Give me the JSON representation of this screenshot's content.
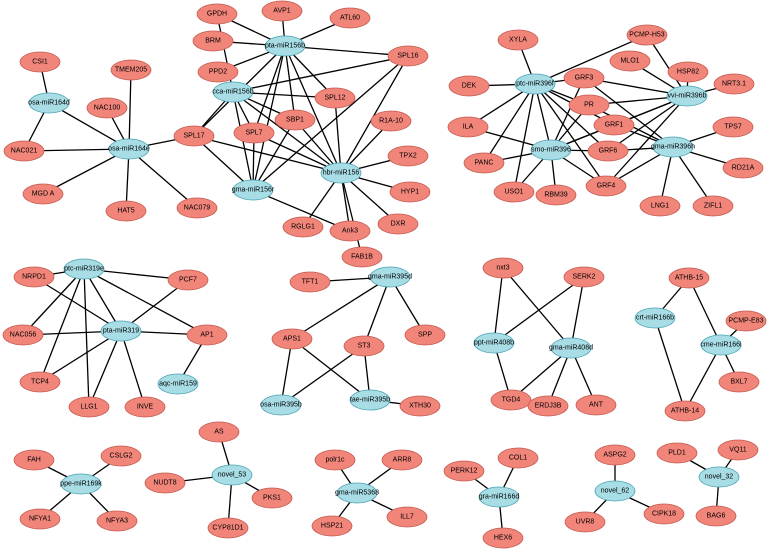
{
  "colors": {
    "mirna_fill": "#a8dde6",
    "mirna_stroke": "#4aa3b2",
    "target_fill": "#f2857a",
    "target_stroke": "#c25a4f",
    "edge": "#000000",
    "background": "#ffffff"
  },
  "network": {
    "nodes": [
      {
        "id": "CSI1",
        "label": "CSI1",
        "kind": "target"
      },
      {
        "id": "osa-miR164d",
        "label": "osa-miR164d",
        "kind": "mirna"
      },
      {
        "id": "TMEM205",
        "label": "TMEM205",
        "kind": "target"
      },
      {
        "id": "NAC100",
        "label": "NAC100",
        "kind": "target"
      },
      {
        "id": "NAC021",
        "label": "NAC021",
        "kind": "target"
      },
      {
        "id": "osa-miR164e",
        "label": "osa-miR164e",
        "kind": "mirna"
      },
      {
        "id": "MGD A",
        "label": "MGD A",
        "kind": "target"
      },
      {
        "id": "HAT5",
        "label": "HAT5",
        "kind": "target"
      },
      {
        "id": "NAC079",
        "label": "NAC079",
        "kind": "target"
      },
      {
        "id": "SPL17",
        "label": "SPL17",
        "kind": "target"
      },
      {
        "id": "GPDH",
        "label": "GPDH",
        "kind": "target"
      },
      {
        "id": "AVP1",
        "label": "AVP1",
        "kind": "target"
      },
      {
        "id": "ATL60",
        "label": "ATL60",
        "kind": "target"
      },
      {
        "id": "BRM",
        "label": "BRM",
        "kind": "target"
      },
      {
        "id": "pta-miR156b",
        "label": "pta-miR156b",
        "kind": "mirna"
      },
      {
        "id": "SPL16",
        "label": "SPL16",
        "kind": "target"
      },
      {
        "id": "PPD2",
        "label": "PPD2",
        "kind": "target"
      },
      {
        "id": "cca-miR156b",
        "label": "cca-miR156b",
        "kind": "mirna"
      },
      {
        "id": "SPL12",
        "label": "SPL12",
        "kind": "target"
      },
      {
        "id": "SBP1",
        "label": "SBP1",
        "kind": "target"
      },
      {
        "id": "SPL7",
        "label": "SPL7",
        "kind": "target"
      },
      {
        "id": "R1A-10",
        "label": "R1A-10",
        "kind": "target"
      },
      {
        "id": "hbr-miR156",
        "label": "hbr-miR156",
        "kind": "mirna"
      },
      {
        "id": "gma-miR156r",
        "label": "gma-miR156r",
        "kind": "mirna"
      },
      {
        "id": "TPX2",
        "label": "TPX2",
        "kind": "target"
      },
      {
        "id": "HYP1",
        "label": "HYP1",
        "kind": "target"
      },
      {
        "id": "RGLG1",
        "label": "RGLG1",
        "kind": "target"
      },
      {
        "id": "Ank3",
        "label": "Ank3",
        "kind": "target"
      },
      {
        "id": "FAB1B",
        "label": "FAB1B",
        "kind": "target"
      },
      {
        "id": "DXR",
        "label": "DXR",
        "kind": "target"
      },
      {
        "id": "XYLA",
        "label": "XYLA",
        "kind": "target"
      },
      {
        "id": "PCMP-H53",
        "label": "PCMP-H53",
        "kind": "target"
      },
      {
        "id": "MLO1",
        "label": "MLO1",
        "kind": "target"
      },
      {
        "id": "HSP82",
        "label": "HSP82",
        "kind": "target"
      },
      {
        "id": "DEK",
        "label": "DEK",
        "kind": "target"
      },
      {
        "id": "ptc-miR396f",
        "label": "ptc-miR396f",
        "kind": "mirna"
      },
      {
        "id": "GRF3",
        "label": "GRF3",
        "kind": "target"
      },
      {
        "id": "vvi-miR396b",
        "label": "vvi-miR396b",
        "kind": "mirna"
      },
      {
        "id": "NRT3.1",
        "label": "NRT3.1",
        "kind": "target"
      },
      {
        "id": "PR",
        "label": "PR",
        "kind": "target"
      },
      {
        "id": "ILA",
        "label": "ILA",
        "kind": "target"
      },
      {
        "id": "GRF1",
        "label": "GRF1",
        "kind": "target"
      },
      {
        "id": "TPS7",
        "label": "TPS7",
        "kind": "target"
      },
      {
        "id": "smo-miR396",
        "label": "smo-miR396",
        "kind": "mirna"
      },
      {
        "id": "gma-miR396h",
        "label": "gma-miR396h",
        "kind": "mirna"
      },
      {
        "id": "PANC",
        "label": "PANC",
        "kind": "target"
      },
      {
        "id": "GRF6",
        "label": "GRF6",
        "kind": "target"
      },
      {
        "id": "RD21A",
        "label": "RD21A",
        "kind": "target"
      },
      {
        "id": "USO1",
        "label": "USO1",
        "kind": "target"
      },
      {
        "id": "RBM39",
        "label": "RBM39",
        "kind": "target"
      },
      {
        "id": "GRF4",
        "label": "GRF4",
        "kind": "target"
      },
      {
        "id": "LNG1",
        "label": "LNG1",
        "kind": "target"
      },
      {
        "id": "ZIFL1",
        "label": "ZIFL1",
        "kind": "target"
      },
      {
        "id": "NRPD1",
        "label": "NRPD1",
        "kind": "target"
      },
      {
        "id": "ptc-miR319e",
        "label": "ptc-miR319e",
        "kind": "mirna"
      },
      {
        "id": "PCF7",
        "label": "PCF7",
        "kind": "target"
      },
      {
        "id": "NAC056",
        "label": "NAC056",
        "kind": "target"
      },
      {
        "id": "pta-miR319",
        "label": "pta-miR319",
        "kind": "mirna"
      },
      {
        "id": "AP1",
        "label": "AP1",
        "kind": "target"
      },
      {
        "id": "aqc-miR159",
        "label": "aqc-miR159",
        "kind": "mirna"
      },
      {
        "id": "TCP4",
        "label": "TCP4",
        "kind": "target"
      },
      {
        "id": "LLG1",
        "label": "LLG1",
        "kind": "target"
      },
      {
        "id": "INVE",
        "label": "INVE",
        "kind": "target"
      },
      {
        "id": "TFT1",
        "label": "TFT1",
        "kind": "target"
      },
      {
        "id": "gma-miR395d",
        "label": "gma-miR395d",
        "kind": "mirna"
      },
      {
        "id": "APS1",
        "label": "APS1",
        "kind": "target"
      },
      {
        "id": "ST3",
        "label": "ST3",
        "kind": "target"
      },
      {
        "id": "SPP",
        "label": "SPP",
        "kind": "target"
      },
      {
        "id": "osa-miR395b",
        "label": "osa-miR395b",
        "kind": "mirna"
      },
      {
        "id": "tae-miR395b",
        "label": "tae-miR395b",
        "kind": "mirna"
      },
      {
        "id": "XTH30",
        "label": "XTH30",
        "kind": "target"
      },
      {
        "id": "nxt3",
        "label": "nxt3",
        "kind": "target"
      },
      {
        "id": "SERK2",
        "label": "SERK2",
        "kind": "target"
      },
      {
        "id": "ppt-miR408b",
        "label": "ppt-miR408b",
        "kind": "mirna"
      },
      {
        "id": "gma-miR408d",
        "label": "gma-miR408d",
        "kind": "mirna"
      },
      {
        "id": "TGD4",
        "label": "TGD4",
        "kind": "target"
      },
      {
        "id": "ERDJ3B",
        "label": "ERDJ3B",
        "kind": "target"
      },
      {
        "id": "ANT",
        "label": "ANT",
        "kind": "target"
      },
      {
        "id": "ATHB-15",
        "label": "ATHB-15",
        "kind": "target"
      },
      {
        "id": "PCMP-E83",
        "label": "PCMP-E83",
        "kind": "target"
      },
      {
        "id": "crt-miR166b",
        "label": "crt-miR166b",
        "kind": "mirna"
      },
      {
        "id": "cme-miR166i",
        "label": "cme-miR166i",
        "kind": "mirna"
      },
      {
        "id": "BXL7",
        "label": "BXL7",
        "kind": "target"
      },
      {
        "id": "ATHB-14",
        "label": "ATHB-14",
        "kind": "target"
      },
      {
        "id": "FAH",
        "label": "FAH",
        "kind": "target"
      },
      {
        "id": "CSLG2",
        "label": "CSLG2",
        "kind": "target"
      },
      {
        "id": "ppe-miR169k",
        "label": "ppe-miR169k",
        "kind": "mirna"
      },
      {
        "id": "NFYA1",
        "label": "NFYA1",
        "kind": "target"
      },
      {
        "id": "NFYA3",
        "label": "NFYA3",
        "kind": "target"
      },
      {
        "id": "AS",
        "label": "AS",
        "kind": "target"
      },
      {
        "id": "novel_53",
        "label": "novel_53",
        "kind": "mirna"
      },
      {
        "id": "NUDT8",
        "label": "NUDT8",
        "kind": "target"
      },
      {
        "id": "PKS1",
        "label": "PKS1",
        "kind": "target"
      },
      {
        "id": "CYP81D1",
        "label": "CYP81D1",
        "kind": "target"
      },
      {
        "id": "polr1c",
        "label": "polr1c",
        "kind": "target"
      },
      {
        "id": "ARR8",
        "label": "ARR8",
        "kind": "target"
      },
      {
        "id": "gma-miR5368",
        "label": "gma-miR5368",
        "kind": "mirna"
      },
      {
        "id": "HSP21",
        "label": "HSP21",
        "kind": "target"
      },
      {
        "id": "ILL7",
        "label": "ILL7",
        "kind": "target"
      },
      {
        "id": "COL1",
        "label": "COL1",
        "kind": "target"
      },
      {
        "id": "PERK12",
        "label": "PERK12",
        "kind": "target"
      },
      {
        "id": "gra-miR166d",
        "label": "gra-miR166d",
        "kind": "mirna"
      },
      {
        "id": "HEX6",
        "label": "HEX6",
        "kind": "target"
      },
      {
        "id": "ASPG2",
        "label": "ASPG2",
        "kind": "target"
      },
      {
        "id": "novel_62",
        "label": "novel_62",
        "kind": "mirna"
      },
      {
        "id": "UVR8",
        "label": "UVR8",
        "kind": "target"
      },
      {
        "id": "CIPK18",
        "label": "CIPK18",
        "kind": "target"
      },
      {
        "id": "PLD1",
        "label": "PLD1",
        "kind": "target"
      },
      {
        "id": "VQ11",
        "label": "VQ11",
        "kind": "target"
      },
      {
        "id": "novel_32",
        "label": "novel_32",
        "kind": "mirna"
      },
      {
        "id": "BAG6",
        "label": "BAG6",
        "kind": "target"
      }
    ],
    "edges": [
      [
        "osa-miR164d",
        "CSI1"
      ],
      [
        "osa-miR164d",
        "NAC021"
      ],
      [
        "osa-miR164d",
        "osa-miR164e"
      ],
      [
        "osa-miR164e",
        "TMEM205"
      ],
      [
        "osa-miR164e",
        "NAC100"
      ],
      [
        "osa-miR164e",
        "NAC021"
      ],
      [
        "osa-miR164e",
        "MGD A"
      ],
      [
        "osa-miR164e",
        "HAT5"
      ],
      [
        "osa-miR164e",
        "NAC079"
      ],
      [
        "osa-miR164e",
        "SPL17"
      ],
      [
        "pta-miR156b",
        "GPDH"
      ],
      [
        "pta-miR156b",
        "AVP1"
      ],
      [
        "pta-miR156b",
        "ATL60"
      ],
      [
        "pta-miR156b",
        "BRM"
      ],
      [
        "pta-miR156b",
        "SPL16"
      ],
      [
        "pta-miR156b",
        "PPD2"
      ],
      [
        "pta-miR156b",
        "SPL12"
      ],
      [
        "pta-miR156b",
        "SBP1"
      ],
      [
        "pta-miR156b",
        "SPL7"
      ],
      [
        "pta-miR156b",
        "SPL17"
      ],
      [
        "pta-miR156b",
        "gma-miR156r"
      ],
      [
        "pta-miR156b",
        "hbr-miR156"
      ],
      [
        "cca-miR156b",
        "SPL16"
      ],
      [
        "cca-miR156b",
        "SPL12"
      ],
      [
        "cca-miR156b",
        "SBP1"
      ],
      [
        "cca-miR156b",
        "SPL7"
      ],
      [
        "cca-miR156b",
        "SPL17"
      ],
      [
        "cca-miR156b",
        "GPDH"
      ],
      [
        "cca-miR156b",
        "hbr-miR156"
      ],
      [
        "cca-miR156b",
        "gma-miR156r"
      ],
      [
        "hbr-miR156",
        "SPL17"
      ],
      [
        "hbr-miR156",
        "SPL16"
      ],
      [
        "hbr-miR156",
        "SPL12"
      ],
      [
        "hbr-miR156",
        "SBP1"
      ],
      [
        "hbr-miR156",
        "SPL7"
      ],
      [
        "hbr-miR156",
        "R1A-10"
      ],
      [
        "hbr-miR156",
        "TPX2"
      ],
      [
        "hbr-miR156",
        "HYP1"
      ],
      [
        "hbr-miR156",
        "RGLG1"
      ],
      [
        "hbr-miR156",
        "Ank3"
      ],
      [
        "hbr-miR156",
        "FAB1B"
      ],
      [
        "hbr-miR156",
        "DXR"
      ],
      [
        "gma-miR156r",
        "SPL17"
      ],
      [
        "gma-miR156r",
        "SPL7"
      ],
      [
        "gma-miR156r",
        "SBP1"
      ],
      [
        "gma-miR156r",
        "SPL16"
      ],
      [
        "gma-miR156r",
        "Ank3"
      ],
      [
        "ptc-miR396f",
        "XYLA"
      ],
      [
        "ptc-miR396f",
        "PCMP-H53"
      ],
      [
        "ptc-miR396f",
        "DEK"
      ],
      [
        "ptc-miR396f",
        "GRF3"
      ],
      [
        "ptc-miR396f",
        "PR"
      ],
      [
        "ptc-miR396f",
        "ILA"
      ],
      [
        "ptc-miR396f",
        "PANC"
      ],
      [
        "ptc-miR396f",
        "USO1"
      ],
      [
        "ptc-miR396f",
        "GRF1"
      ],
      [
        "ptc-miR396f",
        "GRF6"
      ],
      [
        "ptc-miR396f",
        "GRF4"
      ],
      [
        "ptc-miR396f",
        "smo-miR396"
      ],
      [
        "vvi-miR396b",
        "MLO1"
      ],
      [
        "vvi-miR396b",
        "PCMP-H53"
      ],
      [
        "vvi-miR396b",
        "HSP82"
      ],
      [
        "vvi-miR396b",
        "NRT3.1"
      ],
      [
        "vvi-miR396b",
        "GRF3"
      ],
      [
        "vvi-miR396b",
        "PR"
      ],
      [
        "vvi-miR396b",
        "GRF1"
      ],
      [
        "vvi-miR396b",
        "GRF6"
      ],
      [
        "vvi-miR396b",
        "GRF4"
      ],
      [
        "vvi-miR396b",
        "smo-miR396"
      ],
      [
        "smo-miR396",
        "GRF3"
      ],
      [
        "smo-miR396",
        "PR"
      ],
      [
        "smo-miR396",
        "GRF1"
      ],
      [
        "smo-miR396",
        "GRF6"
      ],
      [
        "smo-miR396",
        "GRF4"
      ],
      [
        "smo-miR396",
        "ILA"
      ],
      [
        "smo-miR396",
        "PANC"
      ],
      [
        "smo-miR396",
        "USO1"
      ],
      [
        "smo-miR396",
        "RBM39"
      ],
      [
        "gma-miR396h",
        "GRF3"
      ],
      [
        "gma-miR396h",
        "PR"
      ],
      [
        "gma-miR396h",
        "GRF1"
      ],
      [
        "gma-miR396h",
        "GRF6"
      ],
      [
        "gma-miR396h",
        "GRF4"
      ],
      [
        "gma-miR396h",
        "TPS7"
      ],
      [
        "gma-miR396h",
        "RD21A"
      ],
      [
        "gma-miR396h",
        "LNG1"
      ],
      [
        "gma-miR396h",
        "ZIFL1"
      ],
      [
        "ptc-miR319e",
        "NRPD1"
      ],
      [
        "ptc-miR319e",
        "PCF7"
      ],
      [
        "ptc-miR319e",
        "NAC056"
      ],
      [
        "ptc-miR319e",
        "TCP4"
      ],
      [
        "ptc-miR319e",
        "LLG1"
      ],
      [
        "ptc-miR319e",
        "AP1"
      ],
      [
        "ptc-miR319e",
        "pta-miR319"
      ],
      [
        "pta-miR319",
        "NRPD1"
      ],
      [
        "pta-miR319",
        "PCF7"
      ],
      [
        "pta-miR319",
        "NAC056"
      ],
      [
        "pta-miR319",
        "AP1"
      ],
      [
        "pta-miR319",
        "TCP4"
      ],
      [
        "pta-miR319",
        "LLG1"
      ],
      [
        "pta-miR319",
        "INVE"
      ],
      [
        "aqc-miR159",
        "AP1"
      ],
      [
        "gma-miR395d",
        "TFT1"
      ],
      [
        "gma-miR395d",
        "APS1"
      ],
      [
        "gma-miR395d",
        "SPP"
      ],
      [
        "gma-miR395d",
        "ST3"
      ],
      [
        "osa-miR395b",
        "APS1"
      ],
      [
        "osa-miR395b",
        "ST3"
      ],
      [
        "tae-miR395b",
        "APS1"
      ],
      [
        "tae-miR395b",
        "ST3"
      ],
      [
        "tae-miR395b",
        "XTH30"
      ],
      [
        "ppt-miR408b",
        "nxt3"
      ],
      [
        "ppt-miR408b",
        "SERK2"
      ],
      [
        "ppt-miR408b",
        "TGD4"
      ],
      [
        "gma-miR408d",
        "nxt3"
      ],
      [
        "gma-miR408d",
        "SERK2"
      ],
      [
        "gma-miR408d",
        "TGD4"
      ],
      [
        "gma-miR408d",
        "ERDJ3B"
      ],
      [
        "gma-miR408d",
        "ANT"
      ],
      [
        "crt-miR166b",
        "ATHB-15"
      ],
      [
        "crt-miR166b",
        "ATHB-14"
      ],
      [
        "cme-miR166i",
        "ATHB-15"
      ],
      [
        "cme-miR166i",
        "PCMP-E83"
      ],
      [
        "cme-miR166i",
        "BXL7"
      ],
      [
        "cme-miR166i",
        "ATHB-14"
      ],
      [
        "ppe-miR169k",
        "FAH"
      ],
      [
        "ppe-miR169k",
        "CSLG2"
      ],
      [
        "ppe-miR169k",
        "NFYA1"
      ],
      [
        "ppe-miR169k",
        "NFYA3"
      ],
      [
        "novel_53",
        "AS"
      ],
      [
        "novel_53",
        "NUDT8"
      ],
      [
        "novel_53",
        "PKS1"
      ],
      [
        "novel_53",
        "CYP81D1"
      ],
      [
        "gma-miR5368",
        "polr1c"
      ],
      [
        "gma-miR5368",
        "ARR8"
      ],
      [
        "gma-miR5368",
        "HSP21"
      ],
      [
        "gma-miR5368",
        "ILL7"
      ],
      [
        "gra-miR166d",
        "COL1"
      ],
      [
        "gra-miR166d",
        "PERK12"
      ],
      [
        "gra-miR166d",
        "HEX6"
      ],
      [
        "novel_62",
        "ASPG2"
      ],
      [
        "novel_62",
        "UVR8"
      ],
      [
        "novel_62",
        "CIPK18"
      ],
      [
        "novel_32",
        "PLD1"
      ],
      [
        "novel_32",
        "VQ11"
      ],
      [
        "novel_32",
        "BAG6"
      ]
    ]
  }
}
